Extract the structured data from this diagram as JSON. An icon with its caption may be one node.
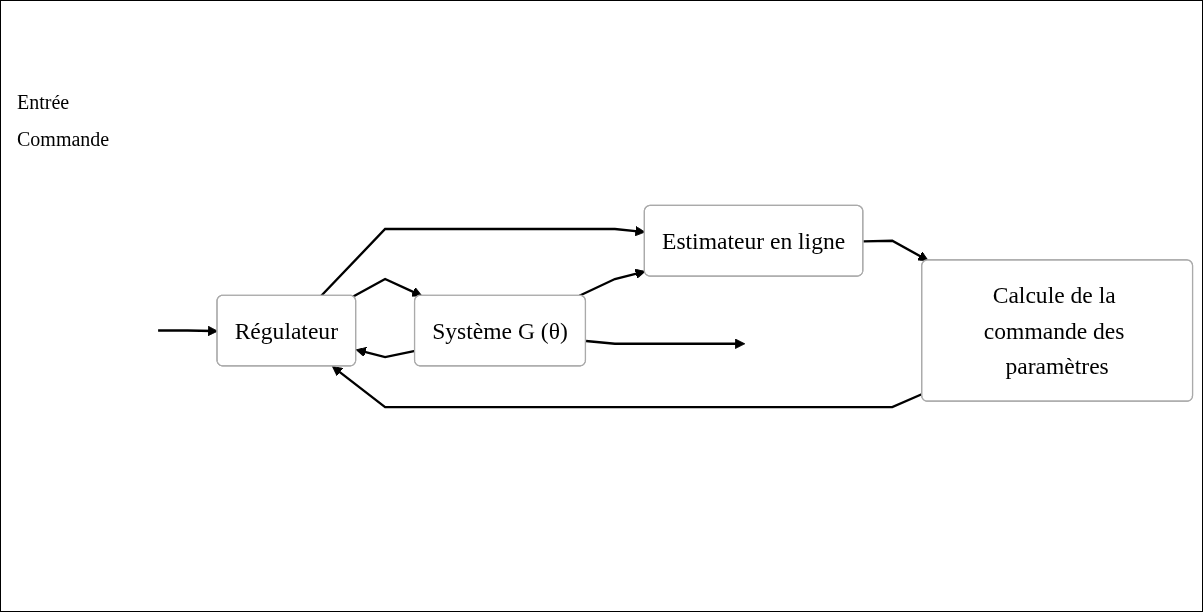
{
  "diagram": {
    "nodes": [
      {
        "text": [
          "Régulateur"
        ]
      },
      {
        "text": [
          "Système G (θ)"
        ]
      },
      {
        "text": [
          "Estimateur en ligne"
        ]
      },
      {
        "text": [
          "Calcule de la commande des paramètres"
        ]
      }
    ],
    "edges": [
      {
        "from": null,
        "to": 0,
        "arrow": "to"
      },
      {
        "from": 1,
        "to": 0,
        "arrow": "to"
      },
      {
        "from": 0,
        "to": 1,
        "arrow": "to"
      },
      {
        "from": 0,
        "to": 2,
        "arrow": "to"
      },
      {
        "from": 1,
        "to": null,
        "arrow": "to"
      },
      {
        "from": 1,
        "to": 2,
        "arrow": "to"
      },
      {
        "from": 2,
        "to": 3,
        "arrow": "to"
      },
      {
        "from": 3,
        "to": 0,
        "arrow": "to"
      }
    ],
    "labels": [
      "Entrée",
      "Commande"
    ]
  }
}
